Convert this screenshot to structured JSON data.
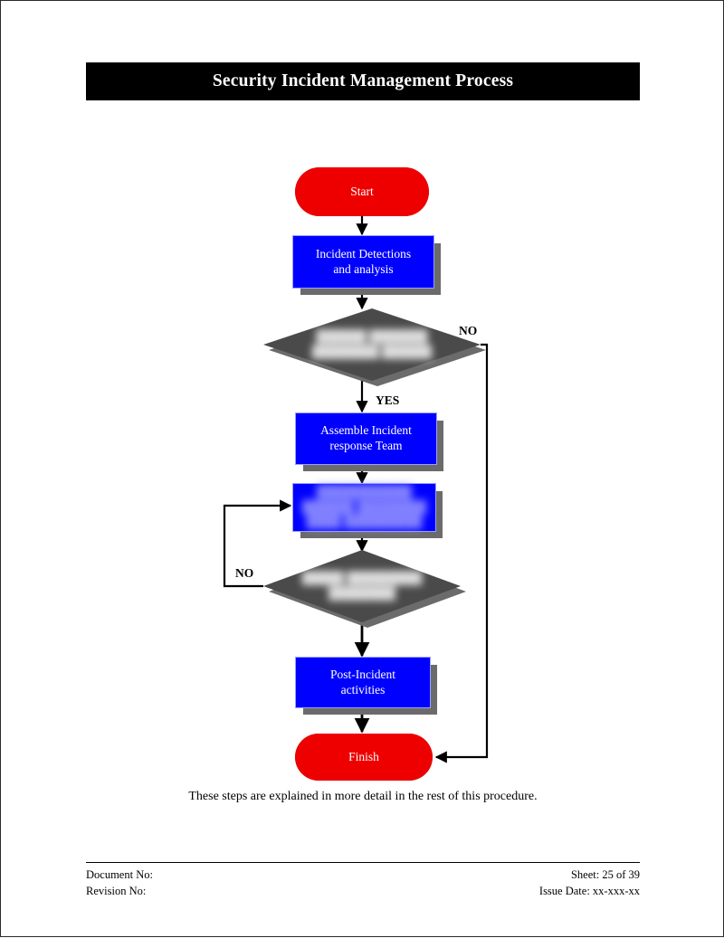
{
  "document": {
    "title": "Security Incident Management Process"
  },
  "flowchart": {
    "nodes": [
      {
        "id": "start",
        "type": "terminator",
        "label": "Start"
      },
      {
        "id": "detection",
        "type": "process",
        "label": "Incident Detections\nand analysis"
      },
      {
        "id": "decision1",
        "type": "decision",
        "label": "██████  ███████\n████████  ██████",
        "redacted": true
      },
      {
        "id": "assemble",
        "type": "process",
        "label": "Assemble Incident\nresponse Team"
      },
      {
        "id": "containment",
        "type": "process",
        "label": "███████████\n██████ ████████\n████ █████████",
        "redacted": true
      },
      {
        "id": "decision2",
        "type": "decision",
        "label": "█████  █████████\n████████",
        "redacted": true
      },
      {
        "id": "post",
        "type": "process",
        "label": "Post-Incident\nactivities"
      },
      {
        "id": "finish",
        "type": "terminator",
        "label": "Finish"
      }
    ],
    "edge_labels": {
      "decision1_no": "NO",
      "decision1_yes": "YES",
      "decision2_no": "NO"
    },
    "colors": {
      "terminator": "#ee0000",
      "process": "#0000ff",
      "decision": "#4a4a4a",
      "shadow": "#6b6b6b",
      "connector": "#000000",
      "node_text": "#ffffff",
      "banner_background": "#000000",
      "banner_text": "#ffffff"
    }
  },
  "caption": {
    "text": "These steps are explained in more detail in the rest of this procedure."
  },
  "footer": {
    "document_no_label": "Document No:",
    "revision_no_label": "Revision No:",
    "sheet": "Sheet: 25 of 39",
    "issue_date": "Issue Date: xx-xxx-xx"
  }
}
